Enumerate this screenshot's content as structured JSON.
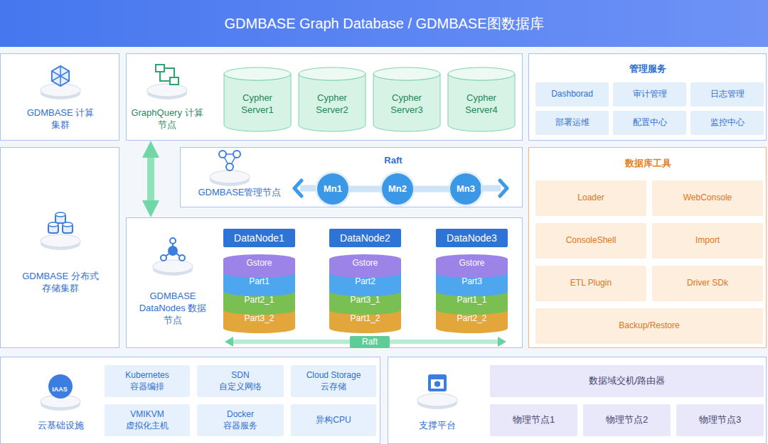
{
  "diagram": {
    "title": "GDMBASE Graph Database / GDMBASE图数据库",
    "nodes": [
      {
        "text": [
          "GDMBASE 计算集群"
        ]
      },
      {
        "text": [
          "GraphQuery 计算节点"
        ]
      },
      {
        "text": [
          "Cypher Server1"
        ],
        "in": 1
      },
      {
        "text": [
          "Cypher Server2"
        ],
        "in": 1
      },
      {
        "text": [
          "Cypher Server3"
        ],
        "in": 1
      },
      {
        "text": [
          "Cypher Server4"
        ],
        "in": 1
      },
      {
        "text": [
          "管理服务"
        ]
      },
      {
        "text": [
          "Dashborad"
        ],
        "in": 6
      },
      {
        "text": [
          "审计管理"
        ],
        "in": 6
      },
      {
        "text": [
          "日志管理"
        ],
        "in": 6
      },
      {
        "text": [
          "部署运维"
        ],
        "in": 6
      },
      {
        "text": [
          "配置中心"
        ],
        "in": 6
      },
      {
        "text": [
          "监控中心"
        ],
        "in": 6
      },
      {
        "text": [
          "GDMBASE 分布式存储集群"
        ]
      },
      {
        "text": [
          "GDMBASE管理节点"
        ]
      },
      {
        "text": [
          "Mn1"
        ],
        "in": 14
      },
      {
        "text": [
          "Mn2"
        ],
        "in": 14
      },
      {
        "text": [
          "Mn3"
        ],
        "in": 14
      },
      {
        "text": [
          "GDMBASE DataNodes 数据节点"
        ]
      },
      {
        "text": [
          "DataNode1"
        ],
        "in": 18
      },
      {
        "text": [
          "Gstore"
        ],
        "in": 19
      },
      {
        "text": [
          "Part1"
        ],
        "in": 19
      },
      {
        "text": [
          "Part2_1"
        ],
        "in": 19
      },
      {
        "text": [
          "Part3_2"
        ],
        "in": 19
      },
      {
        "text": [
          "DataNode2"
        ],
        "in": 18
      },
      {
        "text": [
          "Gstore"
        ],
        "in": 24
      },
      {
        "text": [
          "Part2"
        ],
        "in": 24
      },
      {
        "text": [
          "Part3_1"
        ],
        "in": 24
      },
      {
        "text": [
          "Part1_2"
        ],
        "in": 24
      },
      {
        "text": [
          "DataNode3"
        ],
        "in": 18
      },
      {
        "text": [
          "Gstore"
        ],
        "in": 29
      },
      {
        "text": [
          "Part3"
        ],
        "in": 29
      },
      {
        "text": [
          "Part1_1"
        ],
        "in": 29
      },
      {
        "text": [
          "Part2_2"
        ],
        "in": 29
      },
      {
        "text": [
          "数据库工具"
        ]
      },
      {
        "text": [
          "Loader"
        ],
        "in": 34
      },
      {
        "text": [
          "WebConsole"
        ],
        "in": 34
      },
      {
        "text": [
          "ConsoleShell"
        ],
        "in": 34
      },
      {
        "text": [
          "Import"
        ],
        "in": 34
      },
      {
        "text": [
          "ETL Plugin"
        ],
        "in": 34
      },
      {
        "text": [
          "Driver SDk"
        ],
        "in": 34
      },
      {
        "text": [
          "Backup/Restore"
        ],
        "in": 34
      },
      {
        "text": [
          "云基础设施"
        ]
      },
      {
        "text": [
          "Kubernetes",
          "容器编排"
        ],
        "in": 42
      },
      {
        "text": [
          "SDN",
          "自定义网络"
        ],
        "in": 42
      },
      {
        "text": [
          "Cloud Storage",
          "云存储"
        ],
        "in": 42
      },
      {
        "text": [
          "VMIKVM",
          "虚拟化主机"
        ],
        "in": 42
      },
      {
        "text": [
          "Docker",
          "容器服务"
        ],
        "in": 42
      },
      {
        "text": [
          "异构CPU"
        ],
        "in": 42
      },
      {
        "text": [
          "支撑平台"
        ]
      },
      {
        "text": [
          "数据域交机/路由器"
        ],
        "in": 49
      },
      {
        "text": [
          "物理节点1"
        ],
        "in": 49
      },
      {
        "text": [
          "物理节点2"
        ],
        "in": 49
      },
      {
        "text": [
          "物理节点3"
        ],
        "in": 49
      }
    ],
    "edges": [
      {
        "from": 1,
        "to": 18,
        "arrow": "both"
      },
      {
        "from": 15,
        "to": 16,
        "arrow": "none"
      },
      {
        "from": 16,
        "to": 17,
        "arrow": "none"
      }
    ],
    "labels": [
      "Raft",
      "Raft",
      "IAAS"
    ]
  }
}
